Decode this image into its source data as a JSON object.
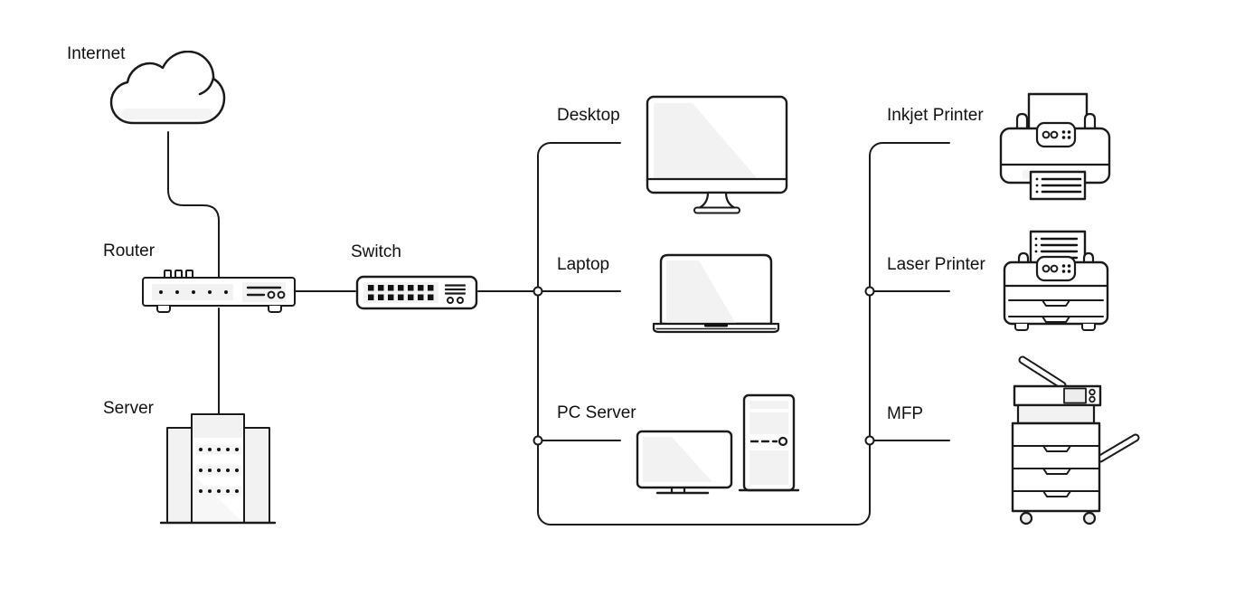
{
  "diagram": {
    "type": "network-topology",
    "colors": {
      "line": "#1a1a1a",
      "fill_light": "#f2f2f2",
      "fill_glare": "#f5f5f5",
      "background": "#ffffff"
    },
    "nodes": [
      {
        "id": "internet",
        "label": "Internet",
        "icon": "cloud-icon"
      },
      {
        "id": "router",
        "label": "Router",
        "icon": "router-icon"
      },
      {
        "id": "switch",
        "label": "Switch",
        "icon": "switch-icon"
      },
      {
        "id": "server",
        "label": "Server",
        "icon": "server-tower-icon"
      },
      {
        "id": "desktop",
        "label": "Desktop",
        "icon": "desktop-computer-icon"
      },
      {
        "id": "laptop",
        "label": "Laptop",
        "icon": "laptop-icon"
      },
      {
        "id": "pc-server",
        "label": "PC Server",
        "icon": "pc-server-icon"
      },
      {
        "id": "inkjet-printer",
        "label": "Inkjet Printer",
        "icon": "inkjet-printer-icon"
      },
      {
        "id": "laser-printer",
        "label": "Laser Printer",
        "icon": "laser-printer-icon"
      },
      {
        "id": "mfp",
        "label": "MFP",
        "icon": "mfp-copier-icon"
      }
    ],
    "connections": [
      {
        "from": "internet",
        "to": "router"
      },
      {
        "from": "router",
        "to": "server"
      },
      {
        "from": "router",
        "to": "switch"
      },
      {
        "from": "switch",
        "to": "desktop"
      },
      {
        "from": "switch",
        "to": "laptop"
      },
      {
        "from": "switch",
        "to": "pc-server"
      },
      {
        "from": "switch",
        "to": "inkjet-printer"
      },
      {
        "from": "switch",
        "to": "laser-printer"
      },
      {
        "from": "switch",
        "to": "mfp"
      }
    ]
  }
}
